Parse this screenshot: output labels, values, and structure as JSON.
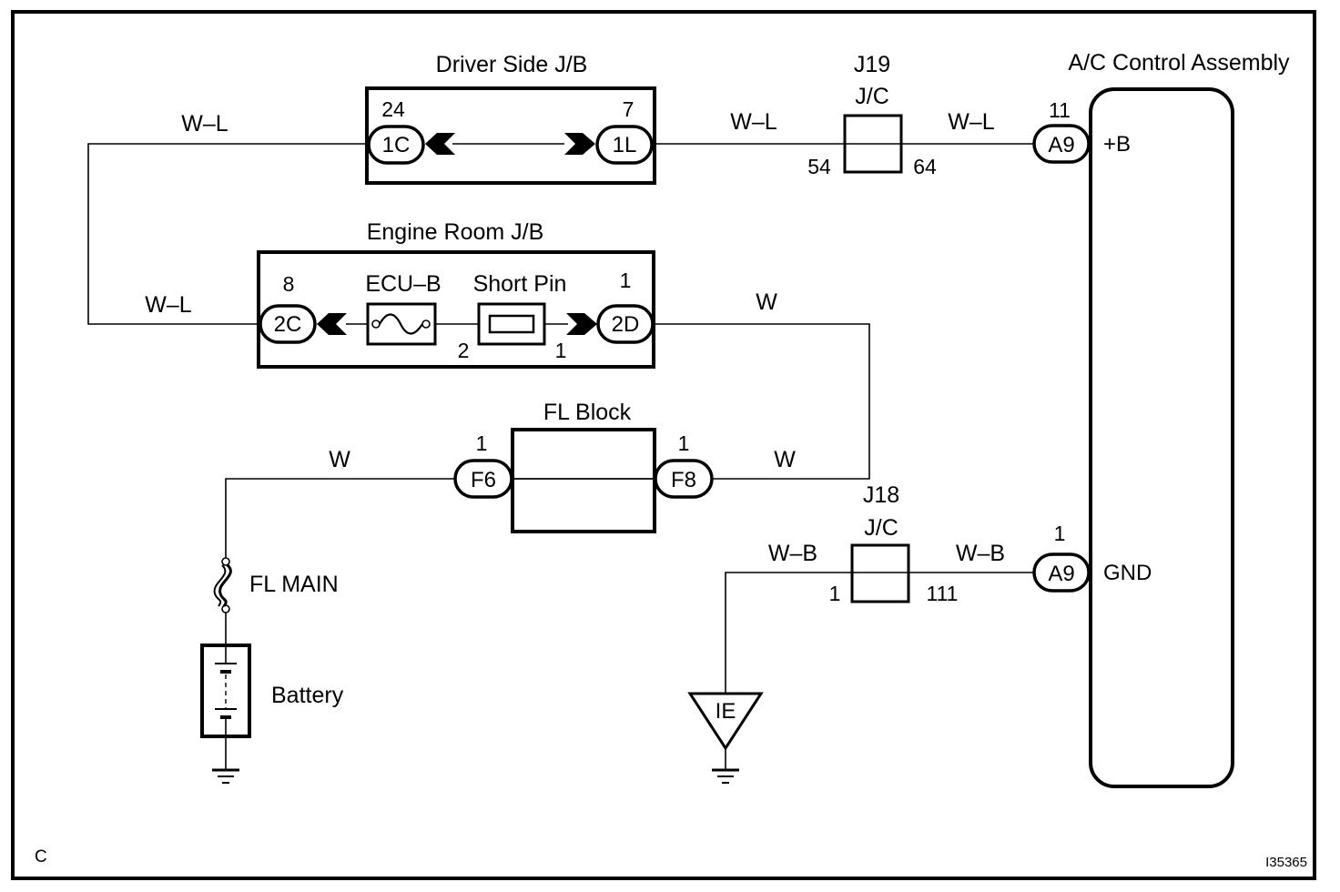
{
  "diagram": {
    "corner_label": "C",
    "figure_id": "I35365",
    "components": {
      "driver_jb": {
        "title": "Driver Side J/B",
        "left_connector": "1C",
        "left_pin": "24",
        "right_connector": "1L",
        "right_pin": "7"
      },
      "j19": {
        "title": "J19",
        "subtitle": "J/C",
        "left_pin": "54",
        "right_pin": "64"
      },
      "ac_control": {
        "title": "A/C Control Assembly",
        "top_connector": "A9",
        "top_pin": "11",
        "top_terminal": "+B",
        "bottom_connector": "A9",
        "bottom_pin": "1",
        "bottom_terminal": "GND"
      },
      "engine_jb": {
        "title": "Engine Room J/B",
        "left_connector": "2C",
        "left_pin": "8",
        "fuse_label": "ECU–B",
        "short_pin_label": "Short Pin",
        "fuse_pin": "2",
        "short_pin_pin": "1",
        "right_connector": "2D",
        "right_pin": "1"
      },
      "fl_block": {
        "title": "FL Block",
        "left_connector": "F6",
        "left_pin": "1",
        "right_connector": "F8",
        "right_pin": "1"
      },
      "j18": {
        "title": "J18",
        "subtitle": "J/C",
        "left_pin": "1",
        "right_pin": "111"
      },
      "fl_main": {
        "label": "FL MAIN"
      },
      "battery": {
        "label": "Battery"
      },
      "ground_point": {
        "label": "IE"
      }
    },
    "wires": {
      "driver_jb_left": "W–L",
      "engine_jb_left": "W–L",
      "driver_jb_to_j19": "W–L",
      "j19_to_ac": "W–L",
      "engine_jb_right": "W",
      "fl_block_right": "W",
      "fl_block_left": "W",
      "j18_left": "W–B",
      "j18_to_ac": "W–B"
    }
  }
}
